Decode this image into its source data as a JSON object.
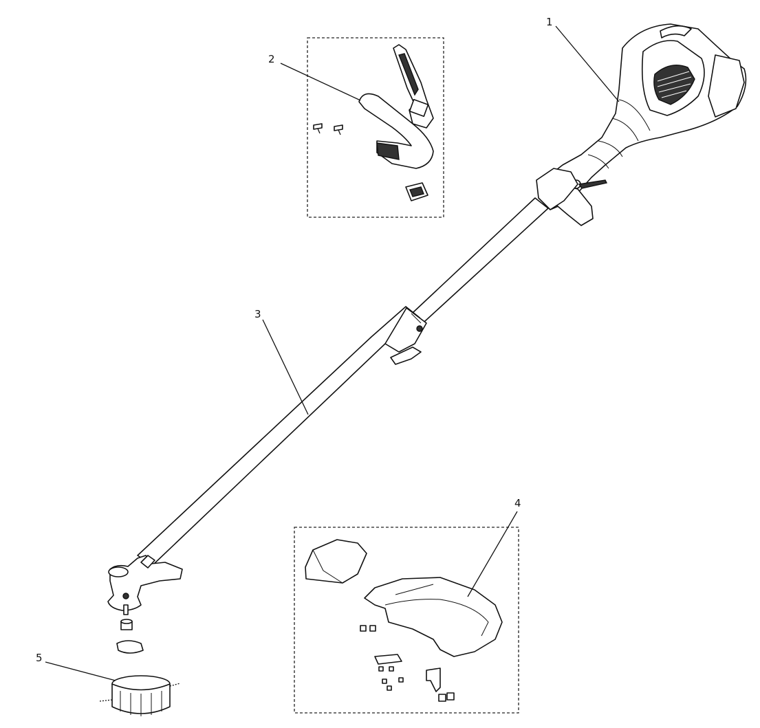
{
  "callouts": [
    {
      "number": "1",
      "part": "motor-housing-handle"
    },
    {
      "number": "2",
      "part": "auxiliary-handle-kit"
    },
    {
      "number": "3",
      "part": "shaft-tube"
    },
    {
      "number": "4",
      "part": "guard-kit"
    },
    {
      "number": "5",
      "part": "spool-head"
    }
  ],
  "colors": {
    "line": "#111111",
    "fill": "#ffffff",
    "dark": "#333333"
  }
}
